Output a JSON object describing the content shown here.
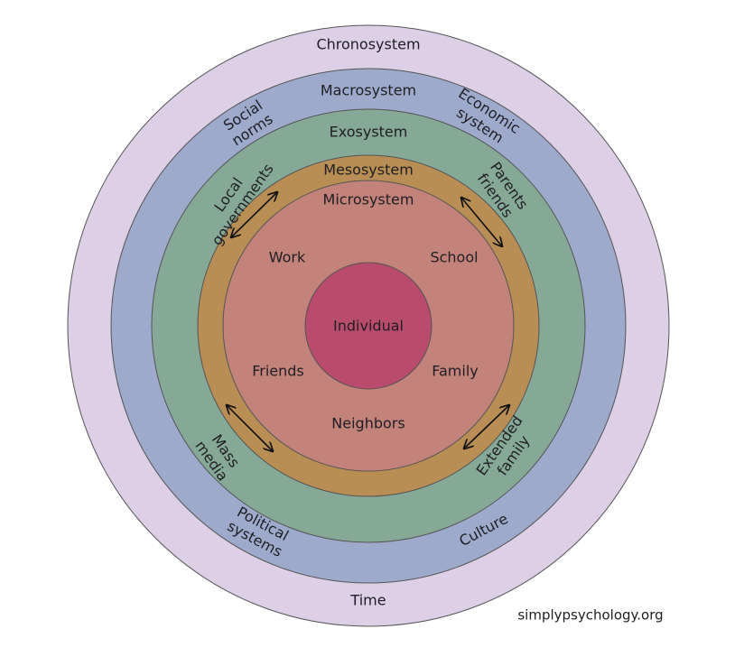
{
  "colors": {
    "chronosystem": "#dccfe6",
    "macrosystem": "#9eaacb",
    "exosystem": "#86a896",
    "mesosystem": "#b88e54",
    "microsystem": "#c3837b",
    "individual": "#b94c6d"
  },
  "layers": {
    "chronosystem": "Chronosystem",
    "macrosystem": "Macrosystem",
    "exosystem": "Exosystem",
    "mesosystem": "Mesosystem",
    "microsystem": "Microsystem",
    "individual": "Individual"
  },
  "micro_items": {
    "work": "Work",
    "school": "School",
    "friends": "Friends",
    "family": "Family",
    "neighbors": "Neighbors"
  },
  "exo_items": {
    "local_governments": [
      "Local",
      "governments"
    ],
    "parents_friends": [
      "Parents",
      "friends"
    ],
    "mass_media": [
      "Mass",
      "media"
    ],
    "extended_family": [
      "Extended",
      "family"
    ]
  },
  "macro_items": {
    "social_norms": [
      "Social",
      "norms"
    ],
    "economic_system": [
      "Economic",
      "system"
    ],
    "political_systems": [
      "Political",
      "systems"
    ],
    "culture": "Culture"
  },
  "chrono_items": {
    "time": "Time"
  },
  "watermark": "simplypsychology.org"
}
